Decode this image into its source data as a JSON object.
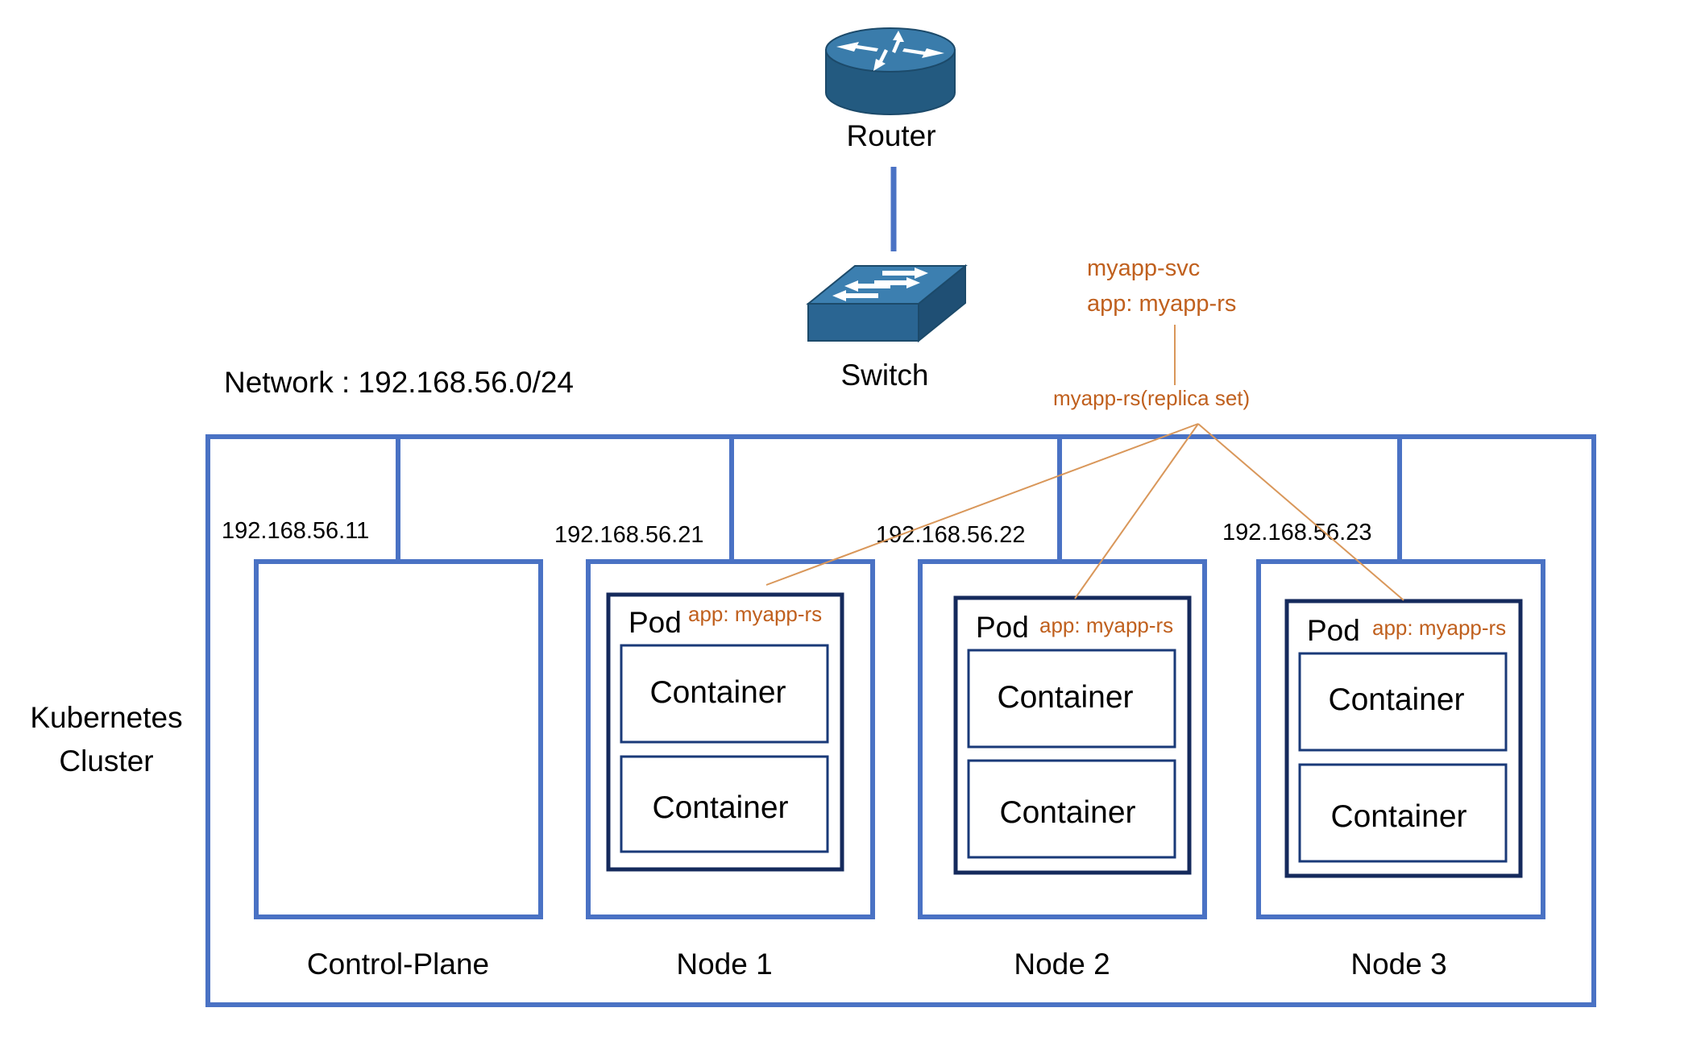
{
  "router": {
    "label": "Router"
  },
  "switch": {
    "label": "Switch"
  },
  "network": {
    "label": "Network : 192.168.56.0/24"
  },
  "cluster": {
    "label_line1": "Kubernetes",
    "label_line2": "Cluster"
  },
  "service": {
    "name": "myapp-svc",
    "selector": "app: myapp-rs"
  },
  "replica_set": {
    "label": "myapp-rs(replica set)"
  },
  "control_plane": {
    "name": "Control-Plane",
    "ip": "192.168.56.11"
  },
  "nodes": [
    {
      "name": "Node 1",
      "ip": "192.168.56.21",
      "pod": {
        "label": "Pod",
        "tag": "app: myapp-rs",
        "containers": [
          "Container",
          "Container"
        ]
      }
    },
    {
      "name": "Node 2",
      "ip": "192.168.56.22",
      "pod": {
        "label": "Pod",
        "tag": "app: myapp-rs",
        "containers": [
          "Container",
          "Container"
        ]
      }
    },
    {
      "name": "Node 3",
      "ip": "192.168.56.23",
      "pod": {
        "label": "Pod",
        "tag": "app: myapp-rs",
        "containers": [
          "Container",
          "Container"
        ]
      }
    }
  ],
  "colors": {
    "cluster_border": "#4a72c4",
    "pod_border": "#152a5c",
    "container_border": "#1a3a78",
    "accent_orange": "#c0601e",
    "device_blue": "#2d6a94"
  }
}
